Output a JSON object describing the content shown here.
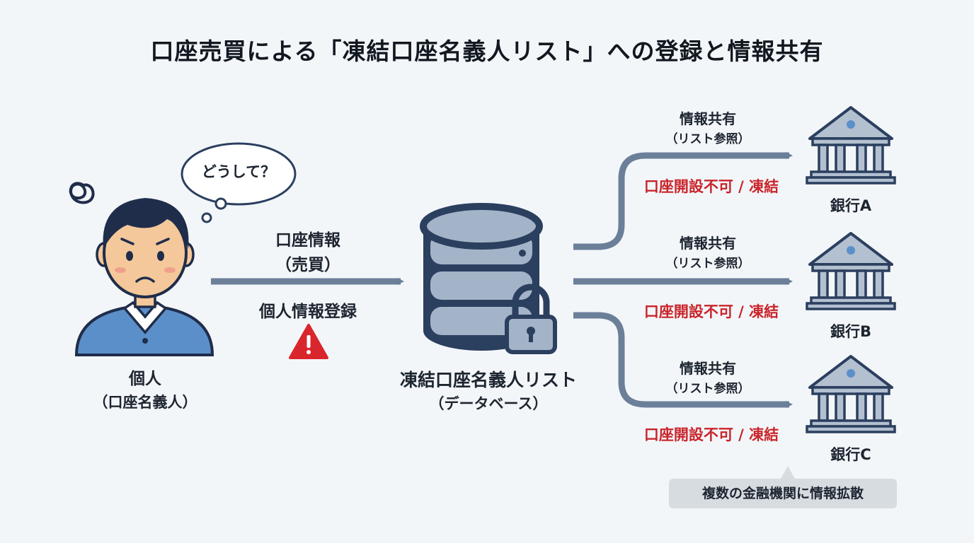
{
  "title": "口座売買による「凍結口座名義人リスト」への登録と情報共有",
  "person": {
    "label": "個人",
    "sublabel": "（口座名義人）",
    "thought": "どうして？"
  },
  "flow_in": {
    "label": "口座情報",
    "sublabel": "（売買）",
    "note": "個人情報登録"
  },
  "database": {
    "label": "凍結口座名義人リスト",
    "sublabel": "（データベース）"
  },
  "banks": [
    {
      "name": "銀行A",
      "share_label": "情報共有",
      "share_sublabel": "（リスト参照）",
      "status": "口座開設不可 / 凍結"
    },
    {
      "name": "銀行B",
      "share_label": "情報共有",
      "share_sublabel": "（リスト参照）",
      "status": "口座開設不可 / 凍結"
    },
    {
      "name": "銀行C",
      "share_label": "情報共有",
      "share_sublabel": "（リスト参照）",
      "status": "口座開設不可 / 凍結"
    }
  ],
  "callout": "複数の金融機関に情報拡散",
  "icons": {
    "person": "worried-person-icon",
    "database": "database-icon",
    "lock": "lock-icon",
    "warning": "warning-icon",
    "bank": "bank-icon"
  },
  "colors": {
    "arrow": "#6b7f99",
    "warning_red": "#c9252b",
    "database_dark": "#2b3f5f",
    "database_light": "#a4b4c8"
  }
}
